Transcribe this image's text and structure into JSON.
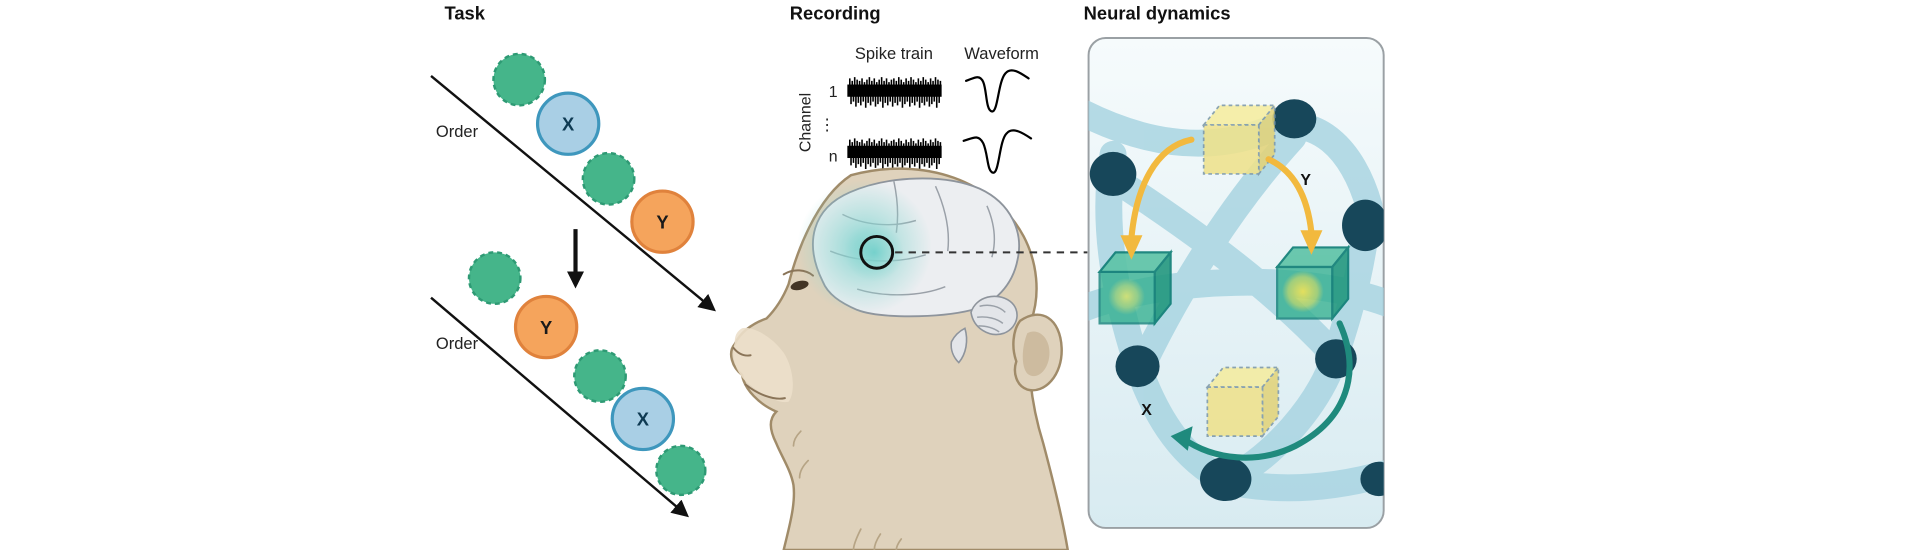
{
  "figure": {
    "task": {
      "title": "Task",
      "sequence1": {
        "order_label": "Order"
      },
      "sequence2": {
        "order_label": "Order"
      },
      "item_x_label": "X",
      "item_y_label": "Y"
    },
    "recording": {
      "title": "Recording",
      "spike_train_label": "Spike train",
      "waveform_label": "Waveform",
      "channel_axis_label": "Channel",
      "channel_first": "1",
      "channel_ellipsis": "⋮",
      "channel_last": "n"
    },
    "neural_dynamics": {
      "title": "Neural dynamics",
      "subspace_top_label": "Y",
      "subspace_bottom_label": "X"
    }
  },
  "colors": {
    "item_green": "#45b58a",
    "item_green_border": "#2e9a74",
    "item_blue": "#a9cfe5",
    "item_blue_border": "#3e97bd",
    "item_orange": "#f5a45c",
    "item_orange_border": "#e0823c",
    "ink": "#111111",
    "monkey_fur": "#dfd2bc",
    "monkey_outline": "#a08b69",
    "brain_fill": "#eceef1",
    "cortex_highlight": "#7fd2cf",
    "manifold_band": "#a5d3e0",
    "manifold_node": "#17475a",
    "cube_yellow": "#efe28c",
    "cube_green": "#2fae8d",
    "arrow_yellow": "#f2b93e",
    "arrow_teal": "#1f8a7d",
    "panel_border": "#9aa0a4"
  }
}
